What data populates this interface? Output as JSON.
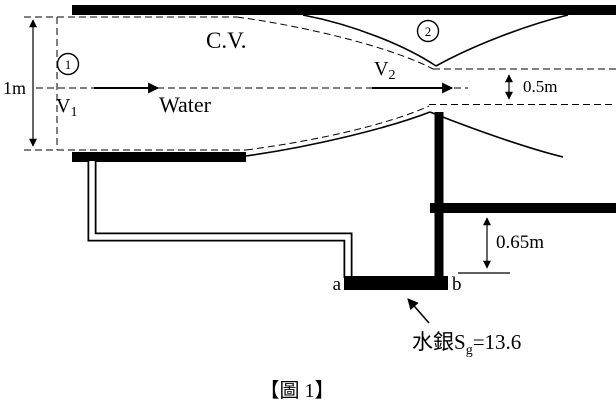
{
  "figure": {
    "caption": "【圖 1】",
    "dims": {
      "left_height": "1m",
      "right_height": "0.5m",
      "manometer": "0.65m"
    },
    "labels": {
      "cv": "C.V.",
      "water": "Water",
      "station1": "1",
      "station2": "2",
      "v": "V",
      "v1_sub": "1",
      "v2_sub": "2",
      "point_a": "a",
      "point_b": "b",
      "mercury_text": "水銀S",
      "mercury_sub": "g",
      "mercury_eq": "=13.6"
    },
    "colors": {
      "ink": "#000000",
      "background": "#ffffff"
    }
  }
}
